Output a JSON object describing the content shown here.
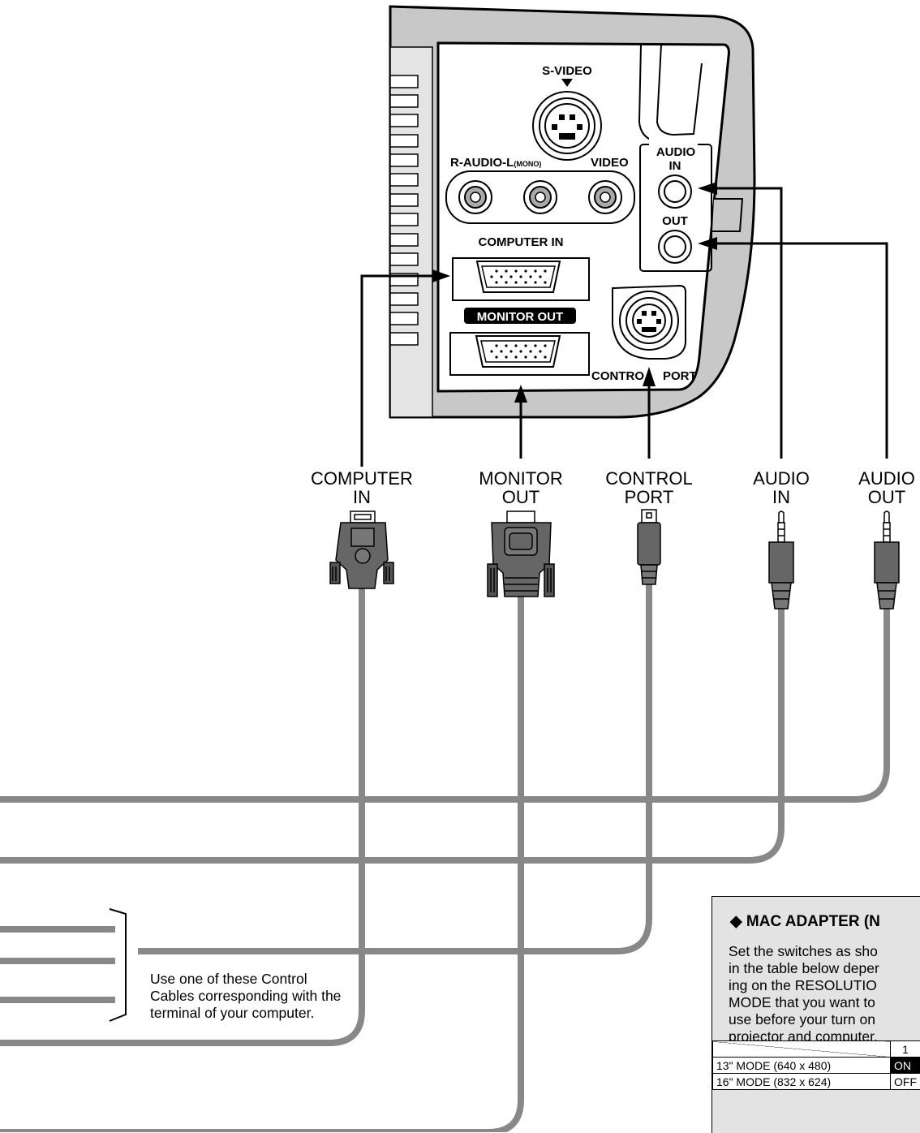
{
  "panel_labels": {
    "s_video": "S-VIDEO",
    "r_audio_l": "R-AUDIO-L",
    "mono": "(MONO)",
    "video": "VIDEO",
    "audio_in_1": "AUDIO",
    "audio_in_2": "IN",
    "audio_out": "OUT",
    "computer_in": "COMPUTER IN",
    "monitor_out": "MONITOR OUT",
    "control_port_a": "CONTRO",
    "control_port_b": "PORT"
  },
  "cable_labels": {
    "computer_in": [
      "COMPUTER",
      "IN"
    ],
    "monitor_out": [
      "MONITOR",
      "OUT"
    ],
    "control_port": [
      "CONTROL",
      "PORT"
    ],
    "audio_in": [
      "AUDIO",
      "IN"
    ],
    "audio_out": [
      "AUDIO",
      "OUT"
    ]
  },
  "note": "Use one of these Control Cables corresponding with the terminal of your computer.",
  "mac_adapter": {
    "title": "◆ MAC ADAPTER (N",
    "text_lines": [
      "Set the switches as sho",
      "in the table below deper",
      "ing on the RESOLUTIO",
      "MODE that you want to",
      "use before your turn on",
      "projector and computer."
    ],
    "table": {
      "header": [
        "",
        "1"
      ],
      "rows": [
        [
          "13\" MODE (640 x 480)",
          "ON"
        ],
        [
          "16\" MODE (832 x 624)",
          "OFF"
        ]
      ]
    }
  },
  "colors": {
    "cable": "#888888",
    "panel_gray": "#c8c8c8",
    "box_bg": "#e3e3e3"
  }
}
